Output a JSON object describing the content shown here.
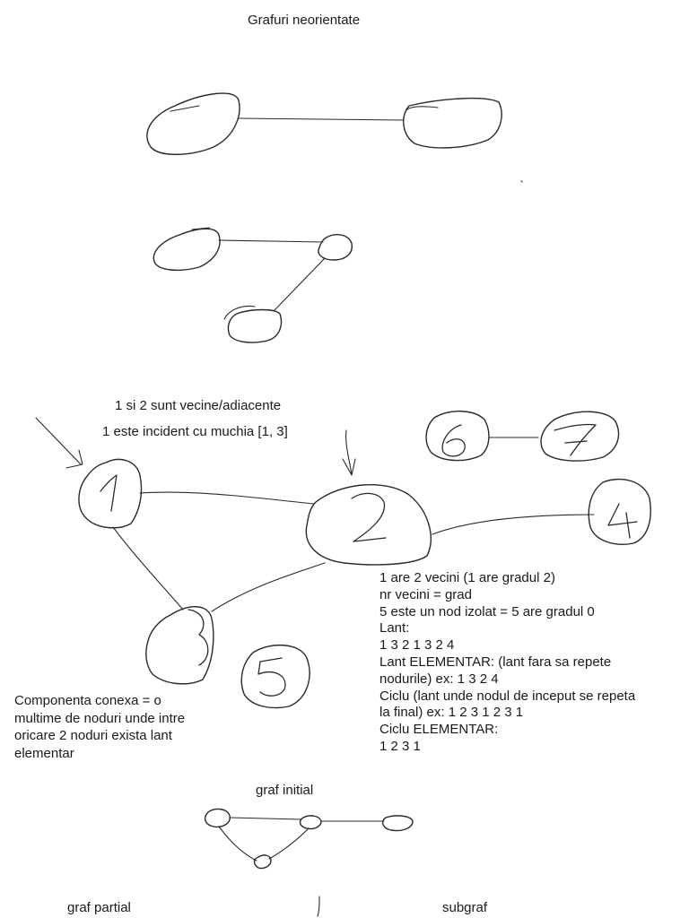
{
  "title": "Grafuri neorientate",
  "annotations": {
    "adjacent": "1 si 2 sunt vecine/adiacente",
    "incident": "1 este incident cu muchia [1, 3]"
  },
  "notes": [
    "1 are 2 vecini (1 are gradul 2)",
    "nr vecini = grad",
    "5 este un nod izolat = 5 are gradul 0",
    "Lant:",
    "1 3 2 1 3 2 4",
    "Lant ELEMENTAR: (lant fara sa repete",
    "nodurile) ex: 1 3 2 4",
    "Ciclu (lant unde nodul de inceput se repeta",
    "la final) ex: 1 2 3 1 2 3 1",
    "Ciclu ELEMENTAR:",
    "1 2 3 1"
  ],
  "component_note": [
    "Componenta conexa = o",
    "multime de noduri unde intre",
    "oricare 2 noduri exista lant",
    "elementar"
  ],
  "labels": {
    "graf_initial": "graf initial",
    "graf_partial": "graf partial",
    "subgraf": "subgraf"
  },
  "node_labels": [
    "1",
    "2",
    "3",
    "4",
    "5",
    "6",
    "7"
  ],
  "stroke_color": "#2a2a2a"
}
